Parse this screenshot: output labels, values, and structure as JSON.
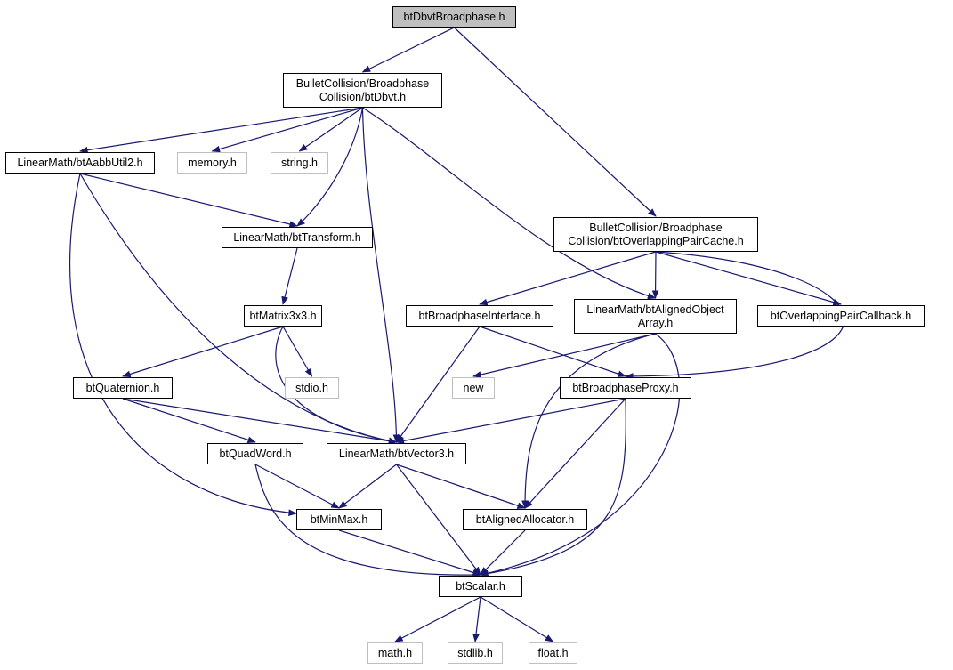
{
  "nodes": {
    "root": {
      "lines": [
        "btDbvtBroadphase.h"
      ],
      "kind": "root"
    },
    "dbvt": {
      "lines": [
        "BulletCollision/Broadphase",
        "Collision/btDbvt.h"
      ],
      "kind": "header"
    },
    "aabb": {
      "lines": [
        "LinearMath/btAabbUtil2.h"
      ],
      "kind": "header"
    },
    "memory": {
      "lines": [
        "memory.h"
      ],
      "kind": "system"
    },
    "string": {
      "lines": [
        "string.h"
      ],
      "kind": "system"
    },
    "paircache": {
      "lines": [
        "BulletCollision/Broadphase",
        "Collision/btOverlappingPairCache.h"
      ],
      "kind": "header"
    },
    "transform": {
      "lines": [
        "LinearMath/btTransform.h"
      ],
      "kind": "header"
    },
    "matrix": {
      "lines": [
        "btMatrix3x3.h"
      ],
      "kind": "header"
    },
    "bpinterface": {
      "lines": [
        "btBroadphaseInterface.h"
      ],
      "kind": "header"
    },
    "alignedarray": {
      "lines": [
        "LinearMath/btAlignedObject",
        "Array.h"
      ],
      "kind": "header"
    },
    "paircallback": {
      "lines": [
        "btOverlappingPairCallback.h"
      ],
      "kind": "header"
    },
    "quaternion": {
      "lines": [
        "btQuaternion.h"
      ],
      "kind": "header"
    },
    "stdio": {
      "lines": [
        "stdio.h"
      ],
      "kind": "system"
    },
    "new": {
      "lines": [
        "new"
      ],
      "kind": "system"
    },
    "bpproxy": {
      "lines": [
        "btBroadphaseProxy.h"
      ],
      "kind": "header"
    },
    "quadword": {
      "lines": [
        "btQuadWord.h"
      ],
      "kind": "header"
    },
    "vector3": {
      "lines": [
        "LinearMath/btVector3.h"
      ],
      "kind": "header"
    },
    "minmax": {
      "lines": [
        "btMinMax.h"
      ],
      "kind": "header"
    },
    "allocator": {
      "lines": [
        "btAlignedAllocator.h"
      ],
      "kind": "header"
    },
    "scalar": {
      "lines": [
        "btScalar.h"
      ],
      "kind": "header"
    },
    "math": {
      "lines": [
        "math.h"
      ],
      "kind": "system"
    },
    "stdlib": {
      "lines": [
        "stdlib.h"
      ],
      "kind": "system"
    },
    "float": {
      "lines": [
        "float.h"
      ],
      "kind": "system"
    }
  },
  "edges": [
    [
      "root",
      "dbvt"
    ],
    [
      "root",
      "paircache"
    ],
    [
      "dbvt",
      "aabb"
    ],
    [
      "dbvt",
      "memory"
    ],
    [
      "dbvt",
      "string"
    ],
    [
      "dbvt",
      "transform"
    ],
    [
      "dbvt",
      "vector3"
    ],
    [
      "dbvt",
      "alignedarray"
    ],
    [
      "aabb",
      "transform"
    ],
    [
      "aabb",
      "vector3"
    ],
    [
      "aabb",
      "minmax"
    ],
    [
      "transform",
      "matrix"
    ],
    [
      "matrix",
      "quaternion"
    ],
    [
      "matrix",
      "stdio"
    ],
    [
      "matrix",
      "vector3"
    ],
    [
      "quaternion",
      "quadword"
    ],
    [
      "quaternion",
      "vector3"
    ],
    [
      "quadword",
      "minmax"
    ],
    [
      "quadword",
      "scalar"
    ],
    [
      "vector3",
      "minmax"
    ],
    [
      "vector3",
      "allocator"
    ],
    [
      "vector3",
      "scalar"
    ],
    [
      "minmax",
      "scalar"
    ],
    [
      "paircache",
      "bpinterface"
    ],
    [
      "paircache",
      "alignedarray"
    ],
    [
      "paircache",
      "paircallback"
    ],
    [
      "paircache",
      "bpproxy"
    ],
    [
      "bpinterface",
      "vector3"
    ],
    [
      "bpinterface",
      "bpproxy"
    ],
    [
      "alignedarray",
      "new"
    ],
    [
      "alignedarray",
      "allocator"
    ],
    [
      "alignedarray",
      "scalar"
    ],
    [
      "bpproxy",
      "vector3"
    ],
    [
      "bpproxy",
      "allocator"
    ],
    [
      "bpproxy",
      "scalar"
    ],
    [
      "allocator",
      "scalar"
    ],
    [
      "scalar",
      "math"
    ],
    [
      "scalar",
      "stdlib"
    ],
    [
      "scalar",
      "float"
    ]
  ],
  "colors": {
    "edge": "#191970",
    "system_border": "#bfbfbf",
    "root_fill": "#bfbfbf"
  }
}
